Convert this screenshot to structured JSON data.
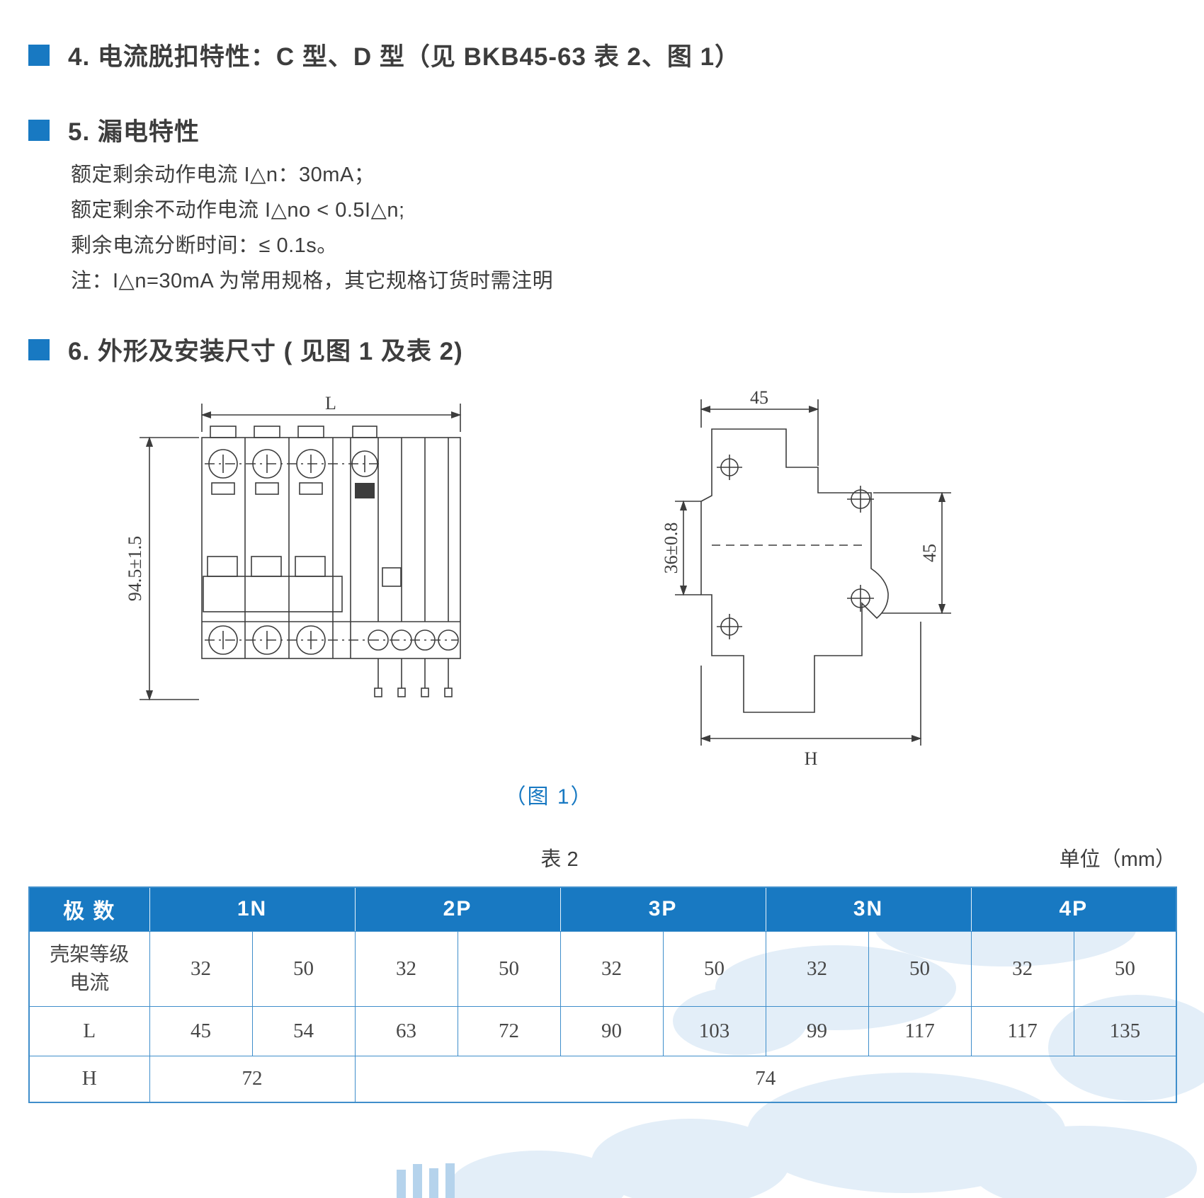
{
  "theme": {
    "accent": "#1879c2",
    "table_border": "#3f8ecb",
    "watermark": "#e3eef8"
  },
  "sections": {
    "s4": {
      "title": "4. 电流脱扣特性：C 型、D 型（见 BKB45-63 表 2、图 1）"
    },
    "s5": {
      "title": "5. 漏电特性",
      "lines": [
        "额定剩余动作电流 I△n：30mA；",
        "额定剩余不动作电流 I△no < 0.5I△n;",
        "剩余电流分断时间：≤ 0.1s。",
        "注：I△n=30mA 为常用规格，其它规格订货时需注明"
      ]
    },
    "s6": {
      "title": "6. 外形及安装尺寸 ( 见图 1 及表 2)"
    }
  },
  "figure": {
    "caption": "（图 1）",
    "front_view": {
      "width_dim": "L",
      "height_dim": "94.5±1.5"
    },
    "side_view": {
      "top_dim": "45",
      "left_dim": "36±0.8",
      "right_dim": "45",
      "bottom_dim": "H"
    }
  },
  "table": {
    "title": "表 2",
    "unit": "单位（mm）",
    "header_col": "极 数",
    "groups": [
      "1N",
      "2P",
      "3P",
      "3N",
      "4P"
    ],
    "rows": {
      "frame_current": {
        "label": "壳架等级电流",
        "values": [
          "32",
          "50",
          "32",
          "50",
          "32",
          "50",
          "32",
          "50",
          "32",
          "50"
        ]
      },
      "L": {
        "label": "L",
        "values": [
          "45",
          "54",
          "63",
          "72",
          "90",
          "103",
          "99",
          "117",
          "117",
          "135"
        ]
      },
      "H": {
        "label": "H",
        "values": [
          "72",
          "74"
        ]
      }
    }
  }
}
